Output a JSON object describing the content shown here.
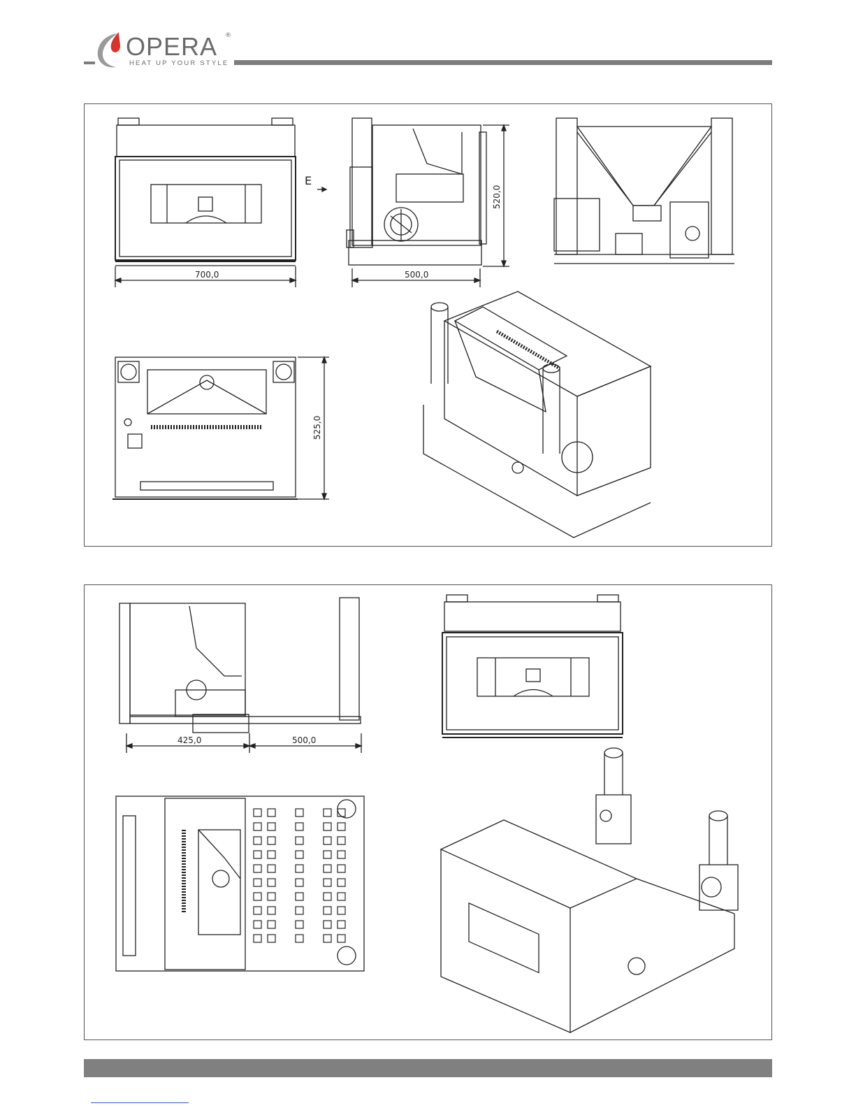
{
  "header": {
    "brand_name": "OPERA",
    "brand_mark": "®",
    "tagline": "HEAT UP YOUR STYLE",
    "logo_icon": "flame-icon",
    "accent_color": "#d6342c",
    "rule_color": "#7d7d7d"
  },
  "panel_top": {
    "front_view": {
      "width_label": "700,0",
      "arrow_label": "E"
    },
    "side_view": {
      "height_label": "520,0",
      "depth_label": "500,0"
    },
    "top_view": {
      "depth_label": "525,0"
    }
  },
  "panel_bottom": {
    "side_view": {
      "depth_label_a": "425,0",
      "depth_label_b": "500,0"
    }
  },
  "footer": {
    "bar_color": "#808080"
  }
}
